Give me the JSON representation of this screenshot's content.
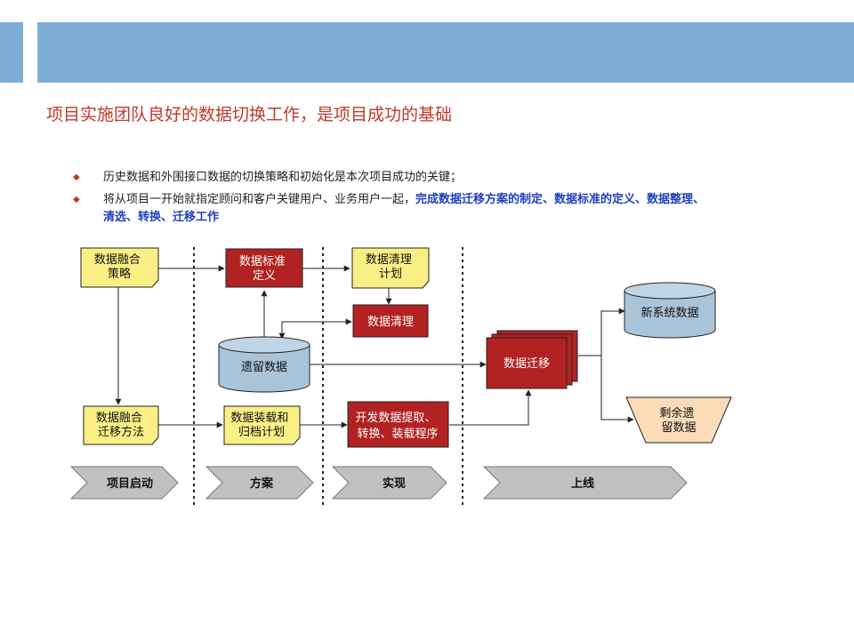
{
  "header": {
    "title": "项目实施团队良好的数据切换工作，是项目成功的基础"
  },
  "bullets": [
    {
      "text": "历史数据和外围接口数据的切换策略和初始化是本次项目成功的关键；"
    },
    {
      "text": "将从项目一开始就指定顾问和客户关键用户、业务用户一起，",
      "highlight": "完成数据迁移方案的制定、数据标准的定义、数据整理、清选、转换、迁移工作"
    }
  ],
  "diagram": {
    "boxes": {
      "strategy": [
        "数据融合",
        "策略"
      ],
      "standard": [
        "数据标准",
        "定义"
      ],
      "clean_plan": [
        "数据清理",
        "计划"
      ],
      "clean": [
        "数据清理"
      ],
      "legacy": [
        "遗留数据"
      ],
      "new_system": [
        "新系统数据"
      ],
      "migrate": [
        "数据迁移"
      ],
      "method": [
        "数据融合",
        "迁移方法"
      ],
      "load_plan": [
        "数据装载和",
        "归档计划"
      ],
      "develop": [
        "开发数据提取、",
        "转换、装载程序"
      ],
      "remaining": [
        "剩余遗",
        "留数据"
      ]
    },
    "phases": [
      "项目启动",
      "方案",
      "实现",
      "上线"
    ]
  },
  "colors": {
    "accent": "#7eaed6",
    "title": "#c0392b",
    "note": "#f9ef85",
    "red_box": "#b22222",
    "db": "#a9c4d9",
    "phase": "#c0c0c0",
    "highlight": "#1f3fbf"
  }
}
